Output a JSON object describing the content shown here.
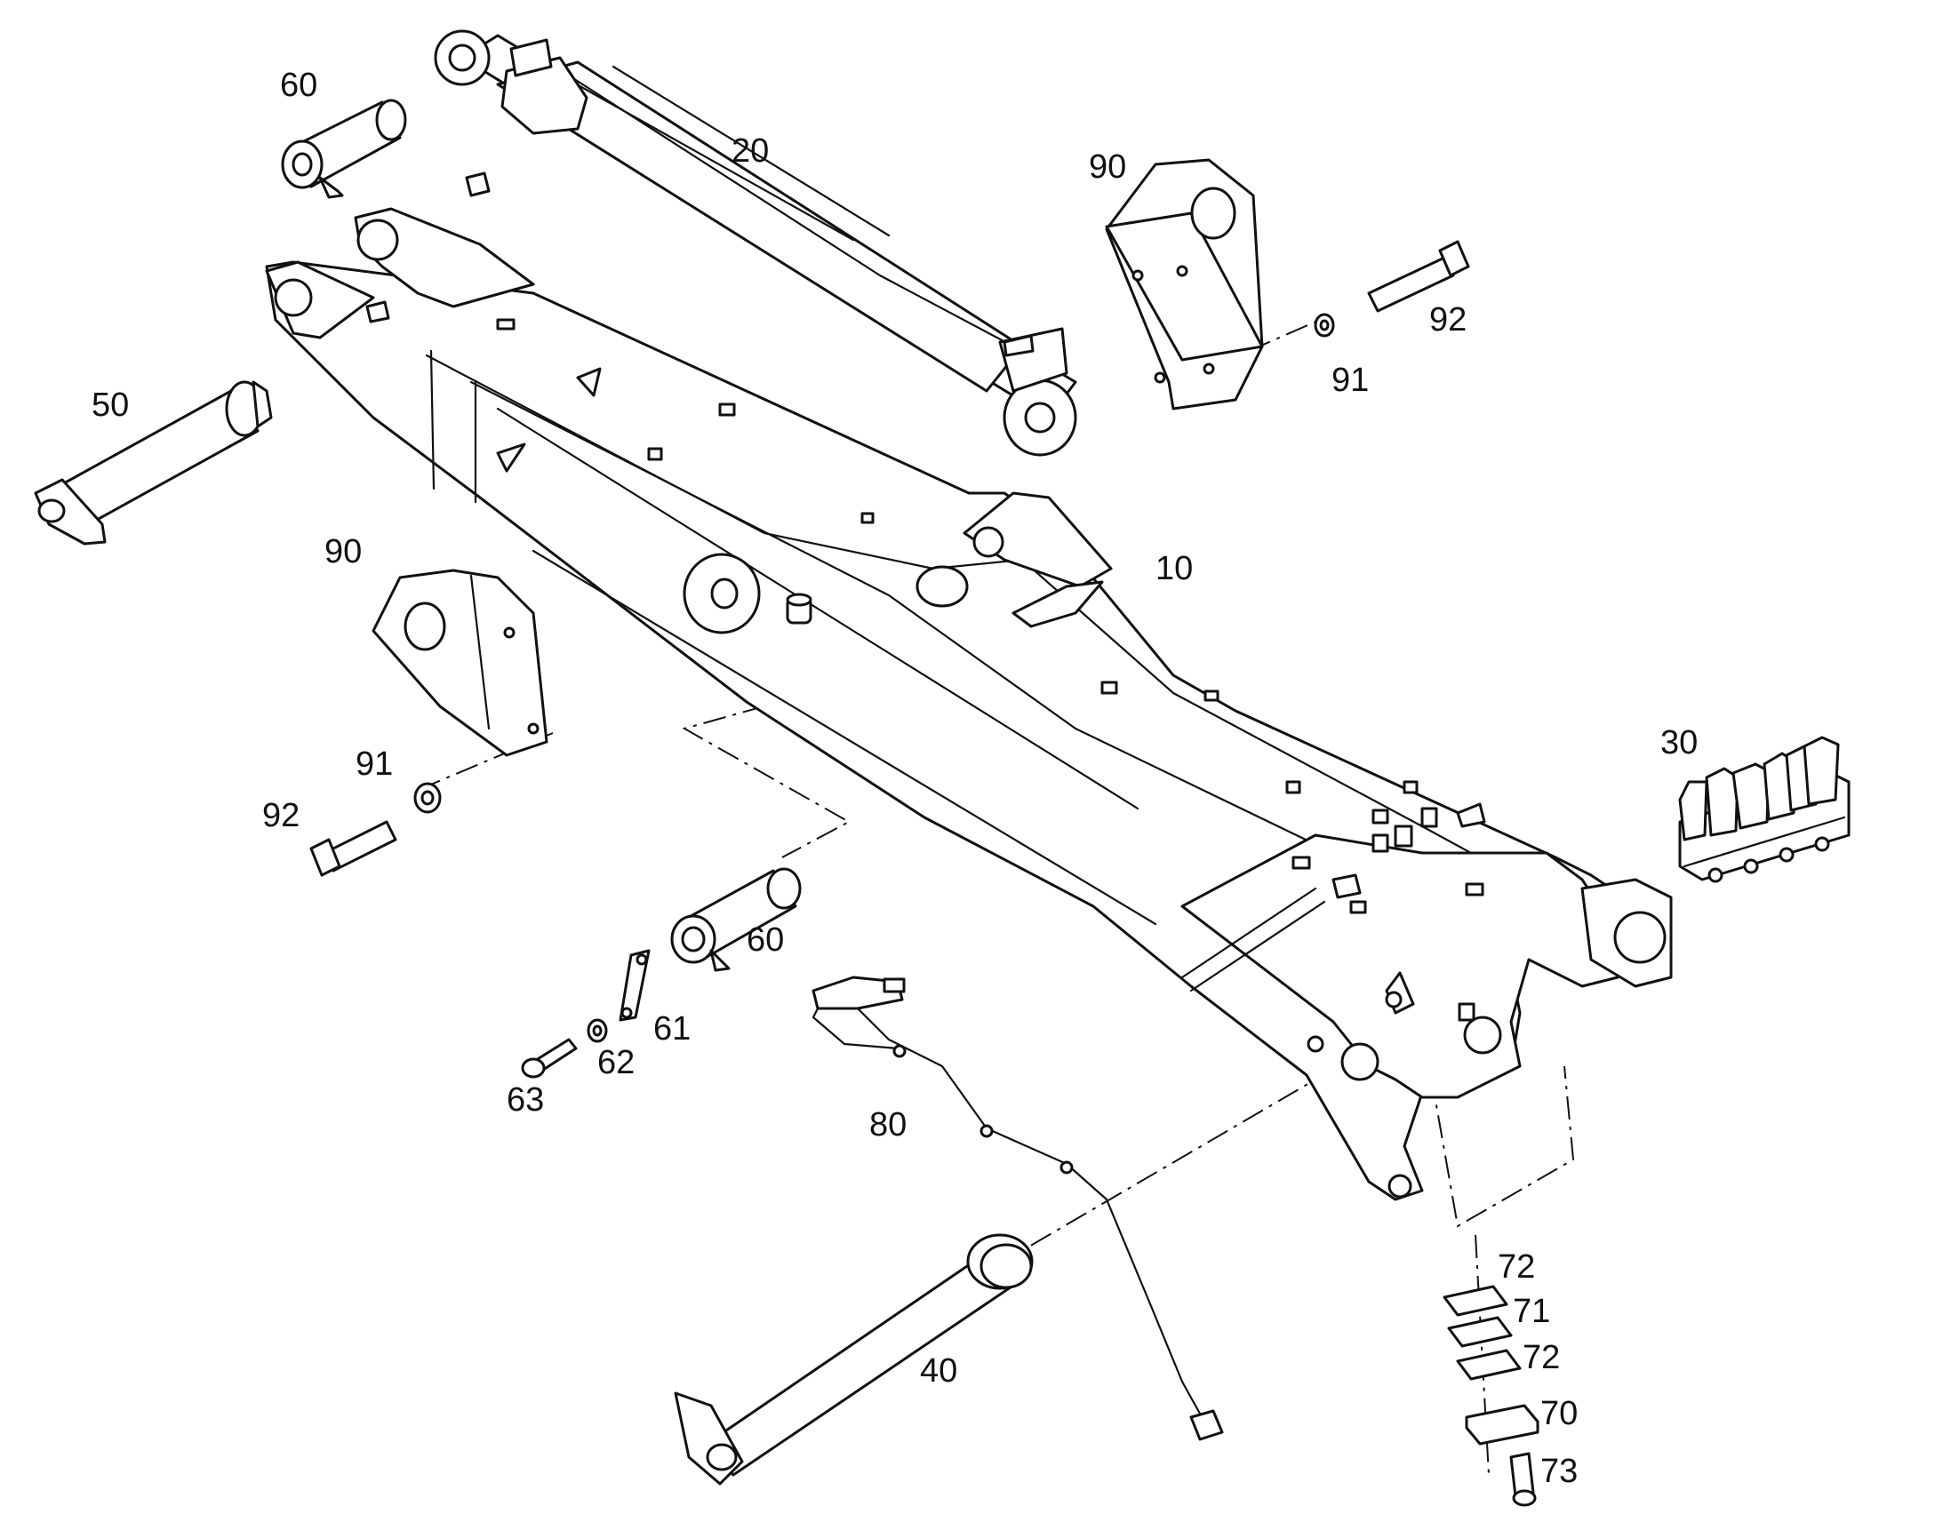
{
  "callouts": {
    "c10": "10",
    "c20": "20",
    "c30": "30",
    "c40": "40",
    "c50": "50",
    "c60a": "60",
    "c60b": "60",
    "c61": "61",
    "c62": "62",
    "c63": "63",
    "c70": "70",
    "c71": "71",
    "c72a": "72",
    "c72b": "72",
    "c73": "73",
    "c80": "80",
    "c90a": "90",
    "c90b": "90",
    "c91a": "91",
    "c91b": "91",
    "c92a": "92",
    "c92b": "92"
  }
}
